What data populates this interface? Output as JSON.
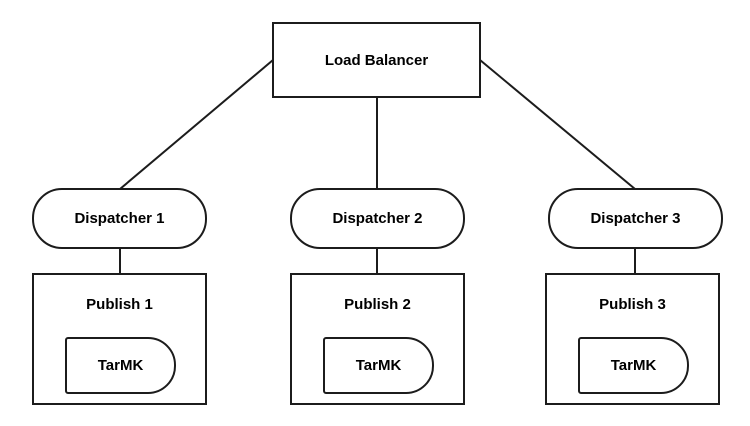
{
  "diagram": {
    "type": "architecture-topology",
    "load_balancer": {
      "label": "Load Balancer"
    },
    "dispatchers": [
      {
        "label": "Dispatcher 1"
      },
      {
        "label": "Dispatcher 2"
      },
      {
        "label": "Dispatcher 3"
      }
    ],
    "publishers": [
      {
        "label": "Publish 1",
        "storage": "TarMK"
      },
      {
        "label": "Publish 2",
        "storage": "TarMK"
      },
      {
        "label": "Publish 3",
        "storage": "TarMK"
      }
    ],
    "connections": [
      {
        "from": "Load Balancer",
        "to": "Dispatcher 1"
      },
      {
        "from": "Load Balancer",
        "to": "Dispatcher 2"
      },
      {
        "from": "Load Balancer",
        "to": "Dispatcher 3"
      },
      {
        "from": "Dispatcher 1",
        "to": "Publish 1"
      },
      {
        "from": "Dispatcher 2",
        "to": "Publish 2"
      },
      {
        "from": "Dispatcher 3",
        "to": "Publish 3"
      }
    ],
    "colors": {
      "stroke": "#1c1c1c",
      "fill": "#ffffff",
      "text": "#000000"
    }
  }
}
